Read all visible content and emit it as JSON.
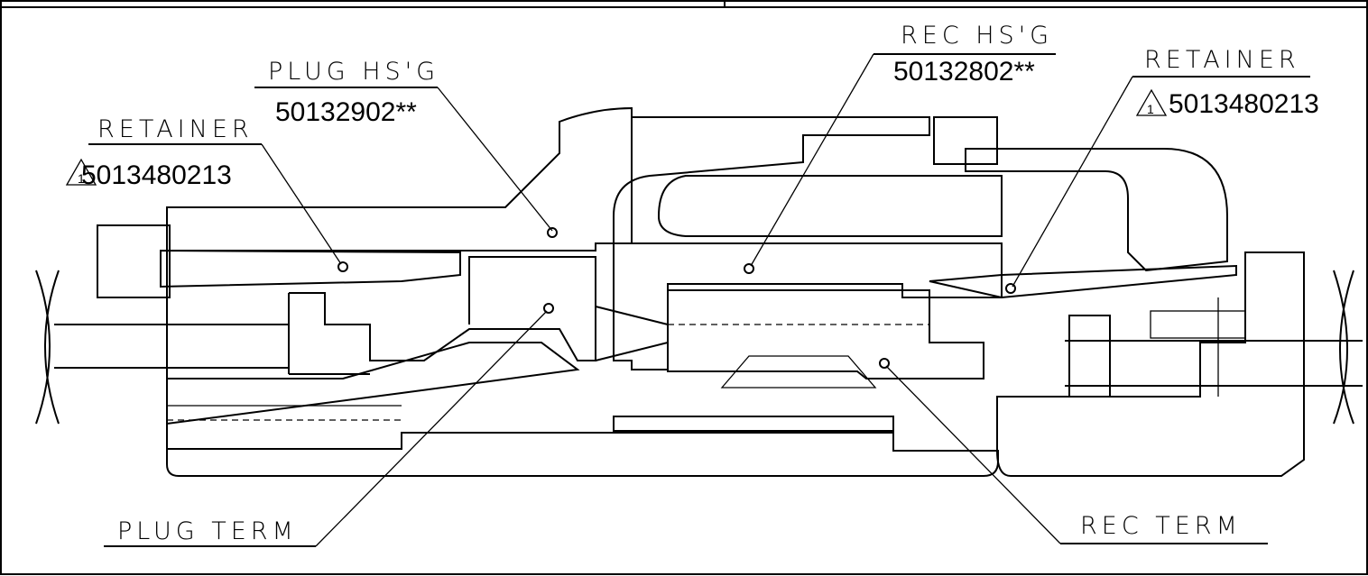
{
  "callouts": {
    "plug_housing": {
      "name": "PLUG HS'G",
      "part_number": "50132902**"
    },
    "rec_housing": {
      "name": "REC HS'G",
      "part_number": "50132802**"
    },
    "retainer_left": {
      "name": "RETAINER",
      "revision": "1",
      "part_number": "5013480213"
    },
    "retainer_right": {
      "name": "RETAINER",
      "revision": "1",
      "part_number": "5013480213"
    },
    "plug_term": {
      "name": "PLUG TERM"
    },
    "rec_term": {
      "name": "REC TERM"
    }
  },
  "colors": {
    "line": "#000000",
    "background": "#ffffff"
  }
}
